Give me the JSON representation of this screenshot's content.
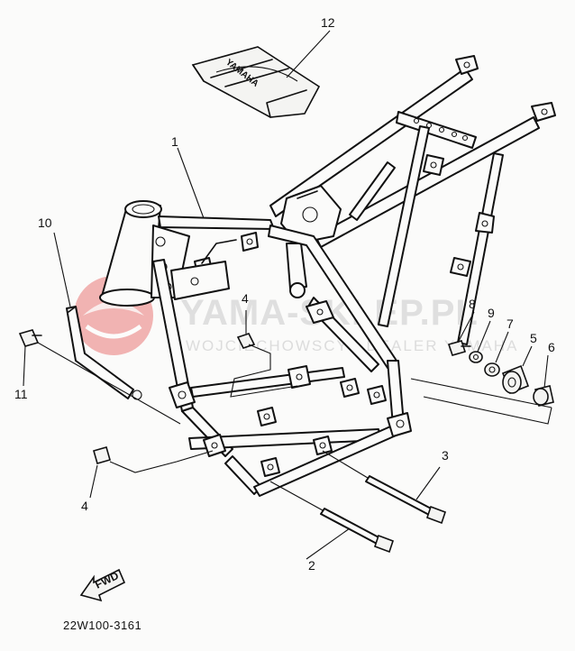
{
  "diagram": {
    "part_callouts": [
      {
        "label": "1"
      },
      {
        "label": "2"
      },
      {
        "label": "3"
      },
      {
        "label": "4"
      },
      {
        "label": "4"
      },
      {
        "label": "5"
      },
      {
        "label": "6"
      },
      {
        "label": "7"
      },
      {
        "label": "8"
      },
      {
        "label": "9"
      },
      {
        "label": "10"
      },
      {
        "label": "11"
      },
      {
        "label": "12"
      }
    ],
    "fwd_label": "FWD",
    "diagram_code": "22W100-3161",
    "seat_text": "YAMAHA"
  },
  "watermark": {
    "main": "YAMA-SKLEP.PL",
    "sub": "WOJCIECHOWSCY | DEALER YAMAHA"
  },
  "colors": {
    "line": "#111111",
    "paper": "#fbfbfa",
    "watermark_red": "#e03030",
    "watermark_gray": "#c9c9c9"
  }
}
